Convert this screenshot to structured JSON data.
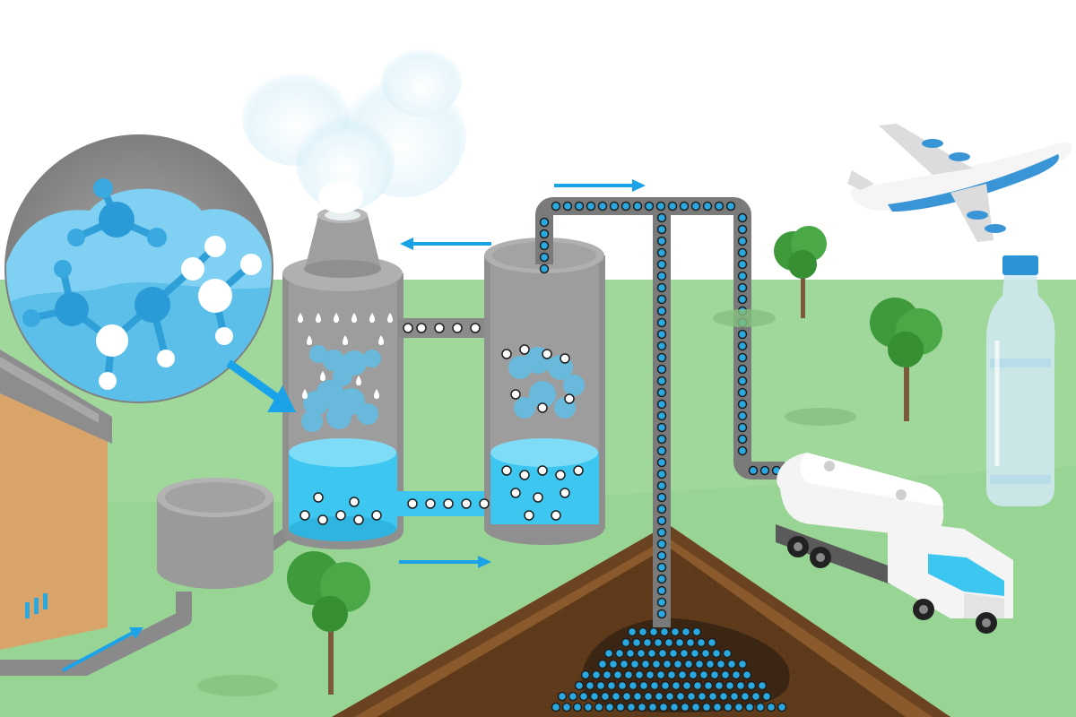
{
  "scene": {
    "subject": "carbon-capture-process",
    "colors": {
      "sky": "#ffffff",
      "grass": "#9fd89a",
      "grass_dark": "#8ccc88",
      "soil": "#8a5a2c",
      "soil_dark": "#4a2c14",
      "water": "#3cc6f0",
      "steel": "#9a9a9a",
      "steel_dark": "#6e6e6e",
      "pipe": "#7a7a7a",
      "bead_blue": "#2aa8e0",
      "arrow": "#1aa3e8",
      "plant_brick": "#d9a46a",
      "plant_roof": "#8d8d8d",
      "tree": "#3e9a3a",
      "plane": "#3a95d6",
      "truck": "#f4f4f4",
      "bottle": "#cfe8f0",
      "bottle_cap": "#2b93d6"
    },
    "icons": [
      "factory-icon",
      "storage-tank-icon",
      "absorber-column-icon",
      "stripper-column-icon",
      "chimney-icon",
      "molecule-magnifier-icon",
      "underground-storage-icon",
      "tanker-truck-icon",
      "airplane-icon",
      "plastic-bottle-icon",
      "tree-icon",
      "flow-arrow-icon"
    ],
    "flow_directions": [
      "right",
      "left",
      "right",
      "right"
    ]
  }
}
